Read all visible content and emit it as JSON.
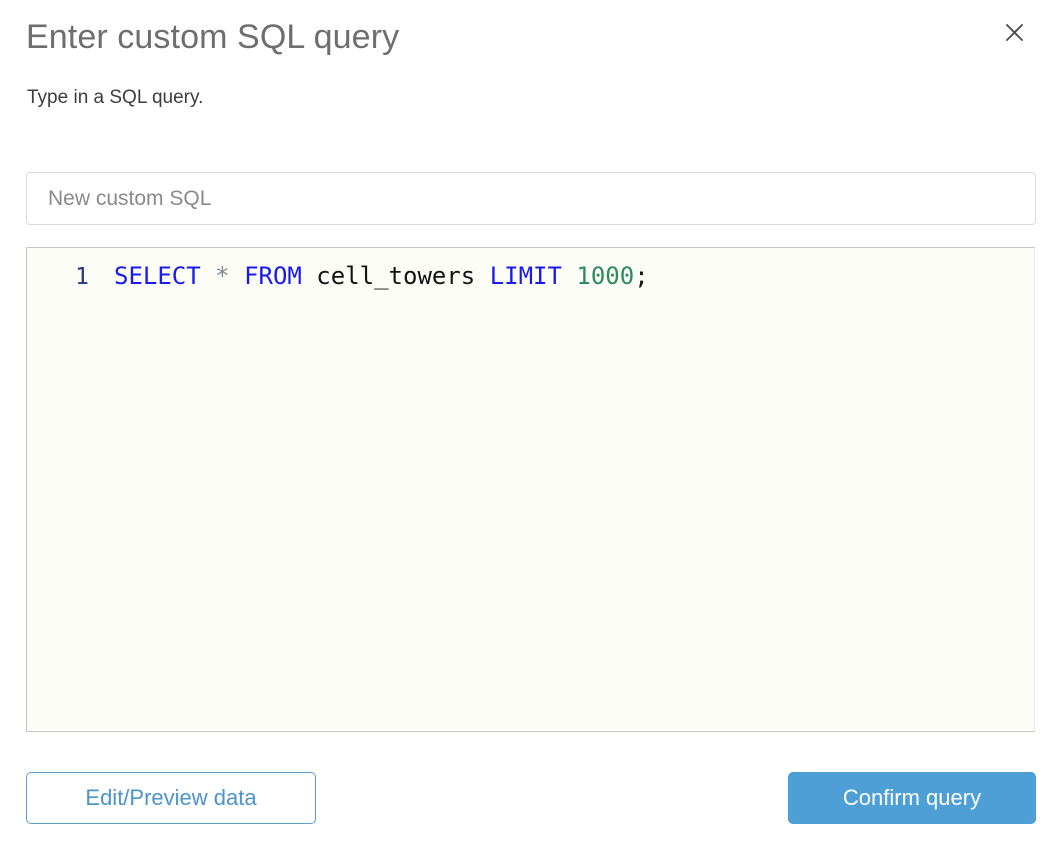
{
  "dialog": {
    "title": "Enter custom SQL query",
    "subtitle": "Type in a SQL query.",
    "close_icon": "close-icon"
  },
  "name_field": {
    "value": "New custom SQL",
    "placeholder": "New custom SQL"
  },
  "editor": {
    "line_number": "1",
    "tokens": {
      "select": "SELECT",
      "space1": " ",
      "star": "*",
      "space2": " ",
      "from": "FROM",
      "space3": " ",
      "table": " cell_towers ",
      "limit": "LIMIT",
      "space4": " ",
      "number": "1000",
      "semicolon": ";"
    },
    "full_query": "SELECT * FROM cell_towers LIMIT 1000;"
  },
  "footer": {
    "secondary_label": "Edit/Preview data",
    "primary_label": "Confirm query"
  },
  "colors": {
    "accent": "#4d9fd6",
    "accent_border": "#5ca0d3",
    "keyword": "#1a1aee",
    "number": "#2e8b5f",
    "line_number": "#26348c",
    "title": "#6e6e6e",
    "editor_bg": "#fdfdf8"
  }
}
